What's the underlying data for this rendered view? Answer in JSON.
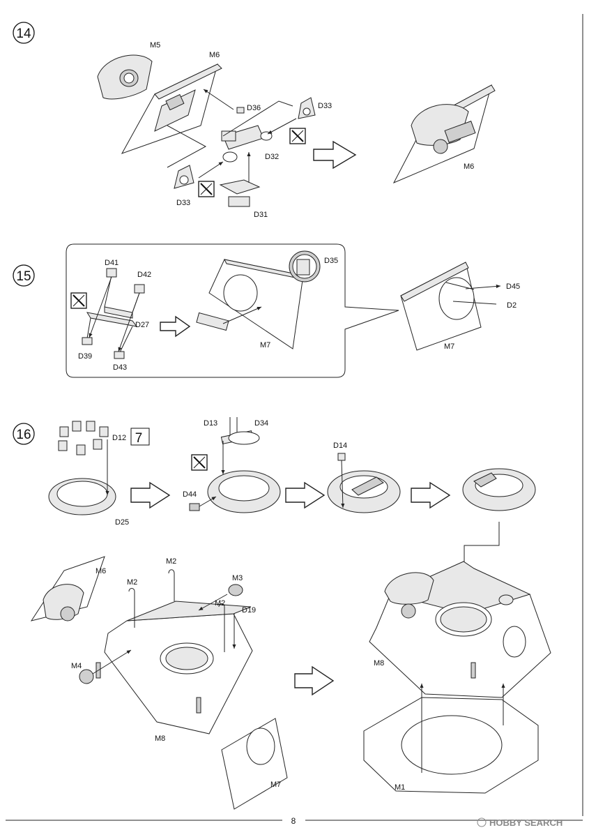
{
  "page_number": "8",
  "watermark": "HOBBY SEARCH",
  "steps": {
    "s14": {
      "number": "14",
      "labels": [
        "M5",
        "M6",
        "D36",
        "D33",
        "D32",
        "D33",
        "D31",
        "M6"
      ]
    },
    "s15": {
      "number": "15",
      "labels": [
        "D41",
        "D42",
        "D27",
        "D39",
        "D43",
        "D35",
        "M7",
        "D45",
        "D2",
        "M7"
      ]
    },
    "s16": {
      "number": "16",
      "labels": [
        "D12",
        "D25",
        "D13",
        "D34",
        "D44",
        "D14",
        "M6",
        "M2",
        "M2",
        "M3",
        "M2",
        "D19",
        "M4",
        "M8",
        "M7",
        "M8",
        "M1"
      ],
      "paint_code": "7"
    }
  }
}
